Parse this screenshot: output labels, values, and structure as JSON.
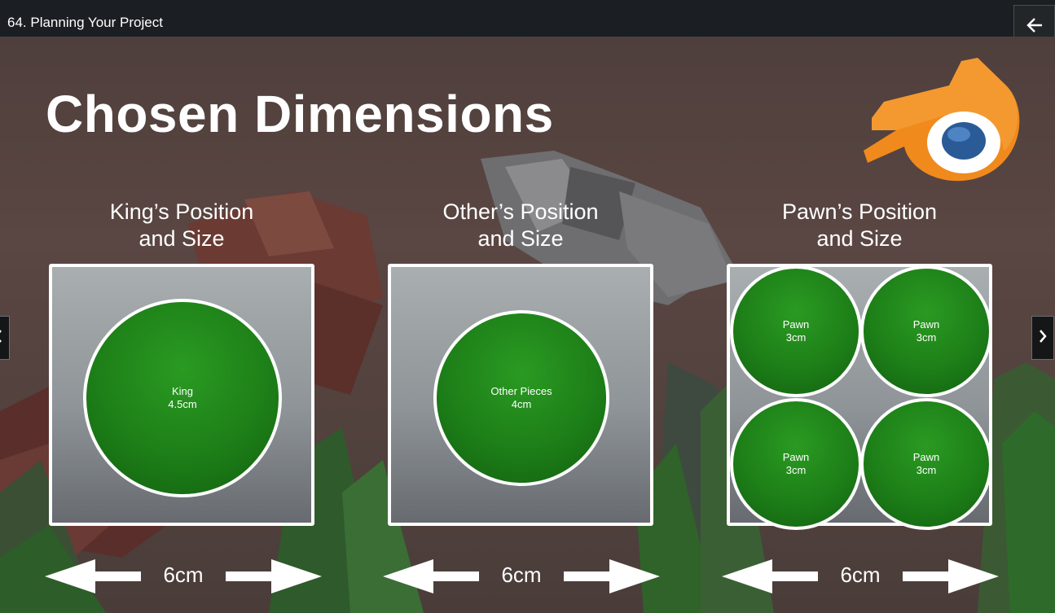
{
  "window": {
    "title": "64. Planning Your Project"
  },
  "slide": {
    "title": "Chosen Dimensions",
    "columns": [
      {
        "heading_line1": "King’s Position",
        "heading_line2": "and Size",
        "dimension": "6cm",
        "pieces": [
          {
            "name": "King",
            "size": "4.5cm"
          }
        ]
      },
      {
        "heading_line1": "Other’s Position",
        "heading_line2": "and Size",
        "dimension": "6cm",
        "pieces": [
          {
            "name": "Other Pieces",
            "size": "4cm"
          }
        ]
      },
      {
        "heading_line1": "Pawn’s Position",
        "heading_line2": "and Size",
        "dimension": "6cm",
        "pieces": [
          {
            "name": "Pawn",
            "size": "3cm"
          },
          {
            "name": "Pawn",
            "size": "3cm"
          },
          {
            "name": "Pawn",
            "size": "3cm"
          },
          {
            "name": "Pawn",
            "size": "3cm"
          }
        ]
      }
    ]
  },
  "icons": {
    "back": "arrow-left-icon",
    "next": "chevron-right-icon",
    "prev": "chevron-left-icon",
    "logo": "blender-logo-icon"
  },
  "colors": {
    "piece_green": "#1d7f18",
    "logo_orange": "#f08a1c",
    "logo_blue": "#2a5b96"
  }
}
